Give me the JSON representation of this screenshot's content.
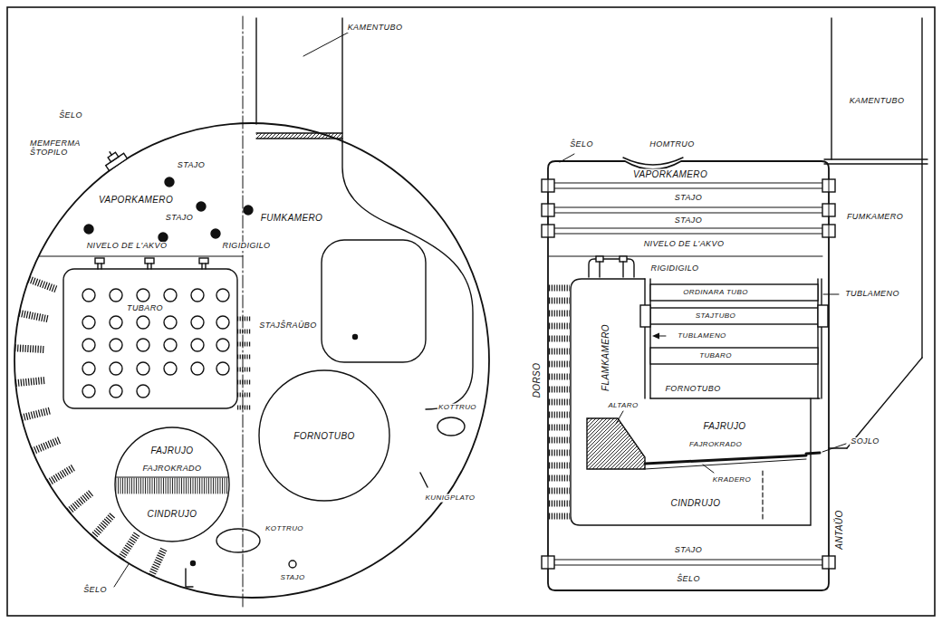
{
  "diagram": {
    "labels": [
      "KAMENTUBO",
      "ŜELO",
      "MEMFERMA ŜTOPILO",
      "STAJO",
      "VAPORKAMERO",
      "STAJO",
      "FUMKAMERO",
      "NIVELO DE L'AKVO",
      "RIGIDIGILO",
      "TUBARO",
      "STAJŜRAŬBO",
      "FAJRUJO",
      "FAJROKRADO",
      "CINDRUJO",
      "FORNOTUBO",
      "KOTTRUO",
      "KUNIGPLATO",
      "KOTTRUO",
      "STAJO",
      "ŜELO",
      "ŜELO",
      "HOMTRUO",
      "KAMENTUBO",
      "VAPORKAMERO",
      "STAJO",
      "STAJO",
      "FUMKAMERO",
      "NIVELO DE L'AKVO",
      "RIGIDIGILO",
      "ORDINARA TUBO",
      "TUBLAMENO",
      "STAJTUBO",
      "TUBLAMENO",
      "TUBARO",
      "FORNOTUBO",
      "FLAMKAMERO",
      "DORSO",
      "FAJRUJO",
      "ALTARO",
      "FAJROKRADO",
      "SOJLO",
      "KRADERO",
      "CINDRUJO",
      "ANTAŬO",
      "STAJO",
      "ŜELO"
    ]
  }
}
